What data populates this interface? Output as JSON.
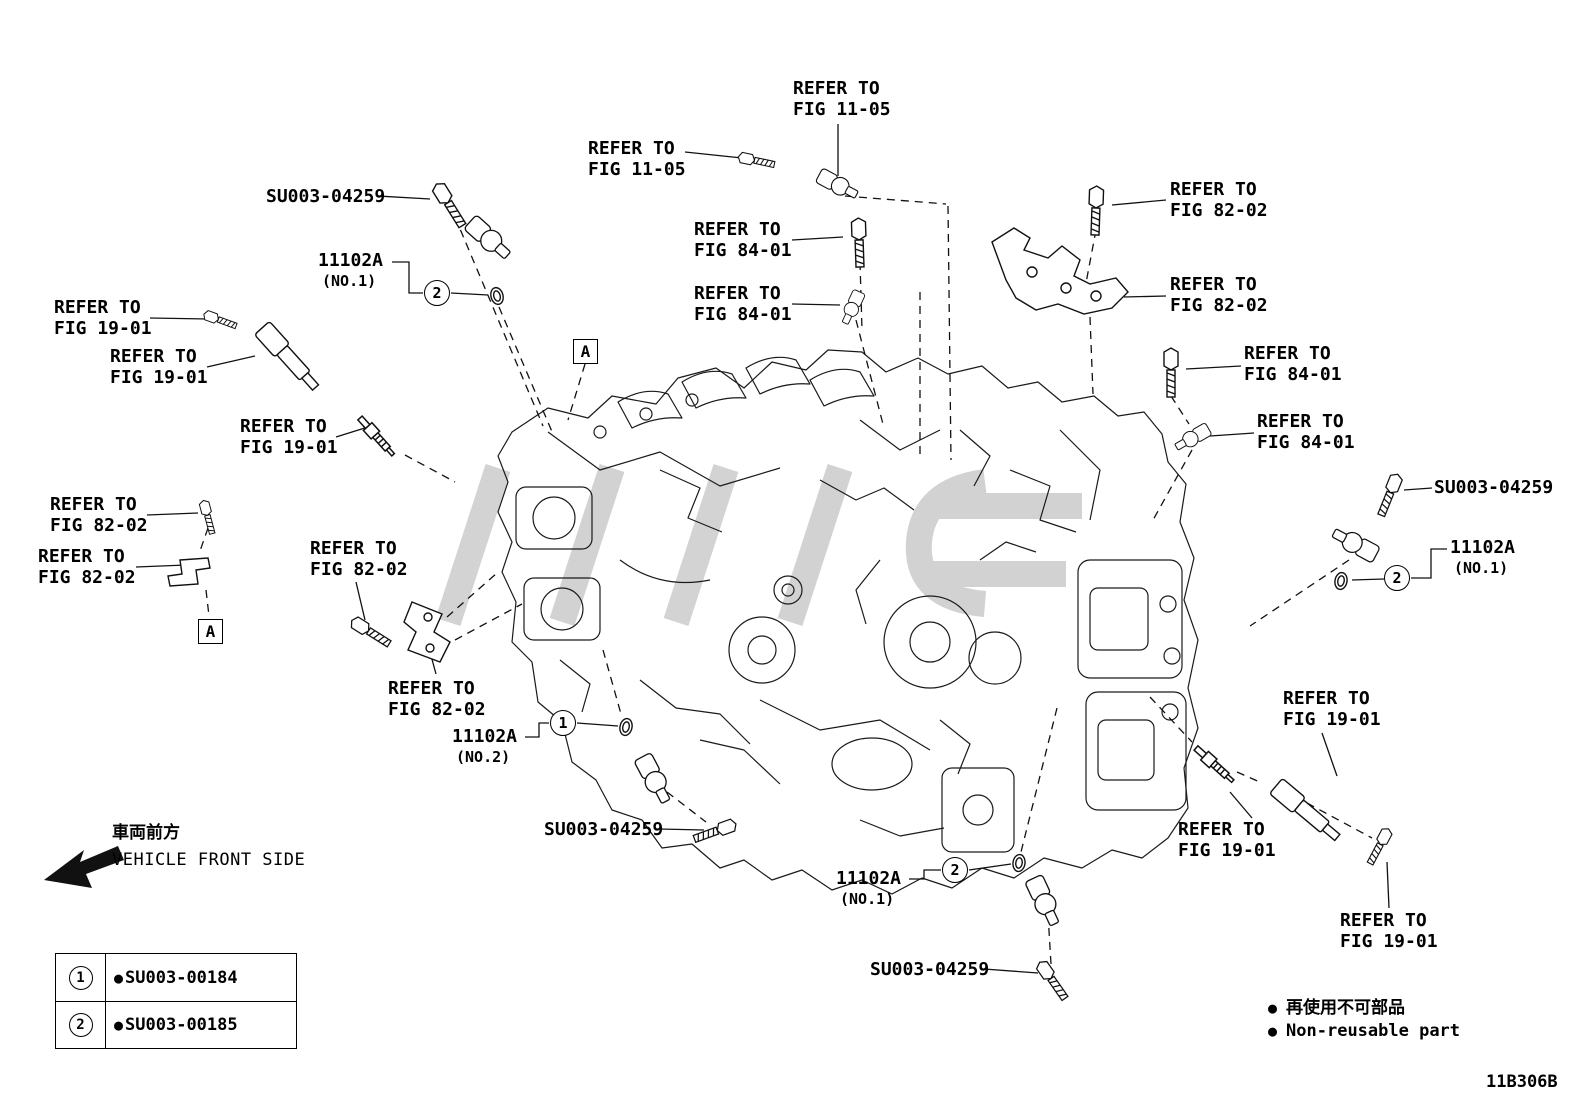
{
  "callouts": {
    "refer_fig_11_05_top": {
      "line1": "REFER TO",
      "line2": "FIG 11-05"
    },
    "refer_fig_11_05_left": {
      "line1": "REFER TO",
      "line2": "FIG 11-05"
    },
    "su003_04259_top": {
      "text": "SU003-04259"
    },
    "part_11102a_top": {
      "title": "11102A",
      "note": "(NO.1)"
    },
    "refer_fig_84_01_a": {
      "line1": "REFER TO",
      "line2": "FIG 84-01"
    },
    "refer_fig_84_01_b": {
      "line1": "REFER TO",
      "line2": "FIG 84-01"
    },
    "refer_fig_82_02_a": {
      "line1": "REFER TO",
      "line2": "FIG 82-02"
    },
    "refer_fig_82_02_b": {
      "line1": "REFER TO",
      "line2": "FIG 82-02"
    },
    "refer_fig_19_01_a": {
      "line1": "REFER TO",
      "line2": "FIG 19-01"
    },
    "refer_fig_19_01_b": {
      "line1": "REFER TO",
      "line2": "FIG 19-01"
    },
    "refer_fig_19_01_c": {
      "line1": "REFER TO",
      "line2": "FIG 19-01"
    },
    "refer_fig_84_01_c": {
      "line1": "REFER TO",
      "line2": "FIG 84-01"
    },
    "refer_fig_84_01_d": {
      "line1": "REFER TO",
      "line2": "FIG 84-01"
    },
    "refer_fig_82_02_c": {
      "line1": "REFER TO",
      "line2": "FIG 82-02"
    },
    "refer_fig_82_02_d": {
      "line1": "REFER TO",
      "line2": "FIG 82-02"
    },
    "refer_fig_82_02_e": {
      "line1": "REFER TO",
      "line2": "FIG 82-02"
    },
    "su003_04259_right": {
      "text": "SU003-04259"
    },
    "part_11102a_right": {
      "title": "11102A",
      "note": "(NO.1)"
    },
    "refer_fig_82_02_f": {
      "line1": "REFER TO",
      "line2": "FIG 82-02"
    },
    "part_11102a_center": {
      "title": "11102A",
      "note": "(NO.2)"
    },
    "refer_fig_19_01_d": {
      "line1": "REFER TO",
      "line2": "FIG 19-01"
    },
    "su003_04259_bottom_left": {
      "text": "SU003-04259"
    },
    "refer_fig_19_01_e": {
      "line1": "REFER TO",
      "line2": "FIG 19-01"
    },
    "part_11102a_bottom": {
      "title": "11102A",
      "note": "(NO.1)"
    },
    "refer_fig_19_01_f": {
      "line1": "REFER TO",
      "line2": "FIG 19-01"
    },
    "su003_04259_bottom_right": {
      "text": "SU003-04259"
    }
  },
  "markers": {
    "boxed_top": "A",
    "boxed_left": "A",
    "circle_top": "2",
    "circle_right": "2",
    "circle_center": "1",
    "circle_bottom": "2"
  },
  "vehicle_front": {
    "jp": "車両前方",
    "en": "VEHICLE FRONT SIDE"
  },
  "legend_table": {
    "rows": [
      {
        "marker": "1",
        "bullet": "●",
        "part_number": "SU003-00184"
      },
      {
        "marker": "2",
        "bullet": "●",
        "part_number": "SU003-00185"
      }
    ]
  },
  "non_reusable": {
    "bullet": "●",
    "jp": "再使用不可部品",
    "en": "Non-reusable part"
  },
  "diagram_code": "11B306B"
}
